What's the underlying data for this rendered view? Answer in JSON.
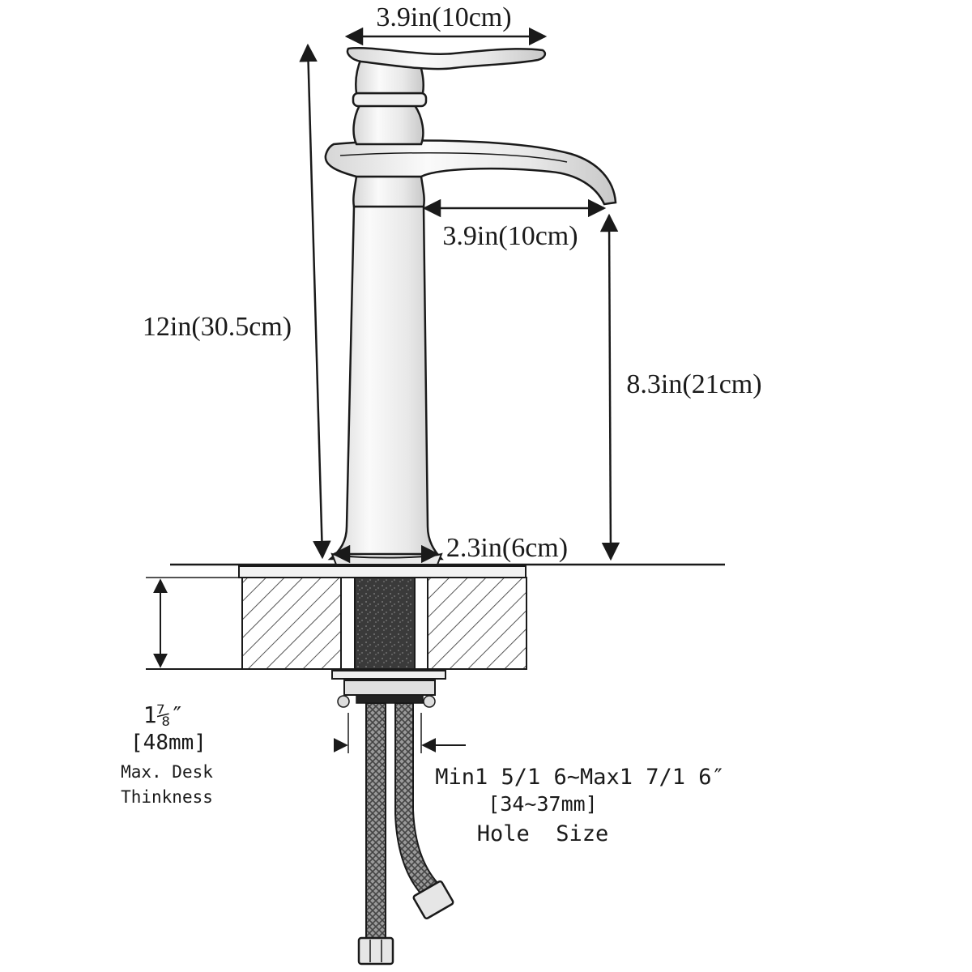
{
  "dimensions": {
    "handle_width": "3.9in(10cm)",
    "spout_reach": "3.9in(10cm)",
    "total_height": "12in(30.5cm)",
    "spout_height": "8.3in(21cm)",
    "base_diameter": "2.3in(6cm)"
  },
  "desk": {
    "thickness_imperial": "1⅞″",
    "thickness_metric": "[48mm]",
    "caption_line1": "Max. Desk",
    "caption_line2": "Thinkness"
  },
  "hole": {
    "range": "Min1 5/1 6~Max1 7/1 6″",
    "metric": "[34~37mm]",
    "caption": "Hole  Size"
  },
  "colors": {
    "line": "#1a1a1a",
    "metal_light": "#f4f4f4",
    "metal_shade": "#d6d6d6",
    "hose_dark": "#333333"
  }
}
